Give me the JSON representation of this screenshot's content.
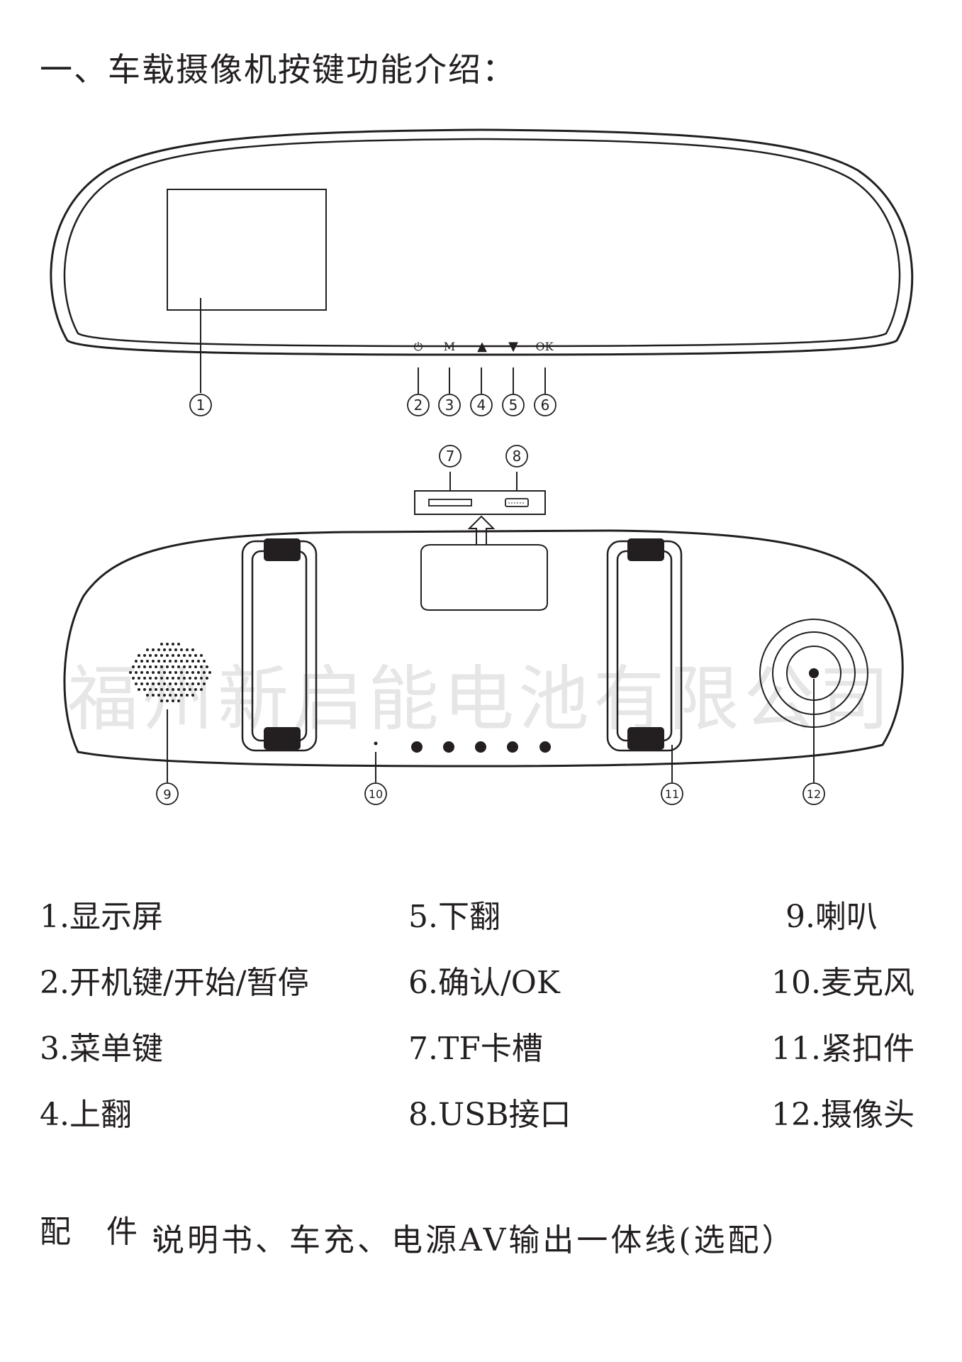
{
  "title": "一、车载摄像机按键功能介绍：",
  "front_view": {
    "button_symbols": [
      "⏻",
      "M",
      "▲",
      "▼",
      "OK"
    ],
    "callouts": [
      "1",
      "2",
      "3",
      "4",
      "5",
      "6"
    ]
  },
  "back_view": {
    "callouts": [
      "7",
      "8",
      "9",
      "10",
      "11",
      "12"
    ],
    "watermark": "福州新启能电池有限公司"
  },
  "legend": {
    "col1": [
      "1.显示屏",
      "2.开机键/开始/暂停",
      "3.菜单键",
      "4.上翻"
    ],
    "col2": [
      "5.下翻",
      "6.确认/OK",
      "7.TF卡槽",
      "8.USB接口"
    ],
    "col3": [
      "9.喇叭",
      "10.麦克风",
      "11.紧扣件",
      "12.摄像头"
    ]
  },
  "accessories": {
    "label": "配 件:",
    "text": "说明书、车充、电源AV输出一体线(选配）"
  },
  "colors": {
    "ink": "#231f20",
    "watermark": "#e6e6e6"
  }
}
